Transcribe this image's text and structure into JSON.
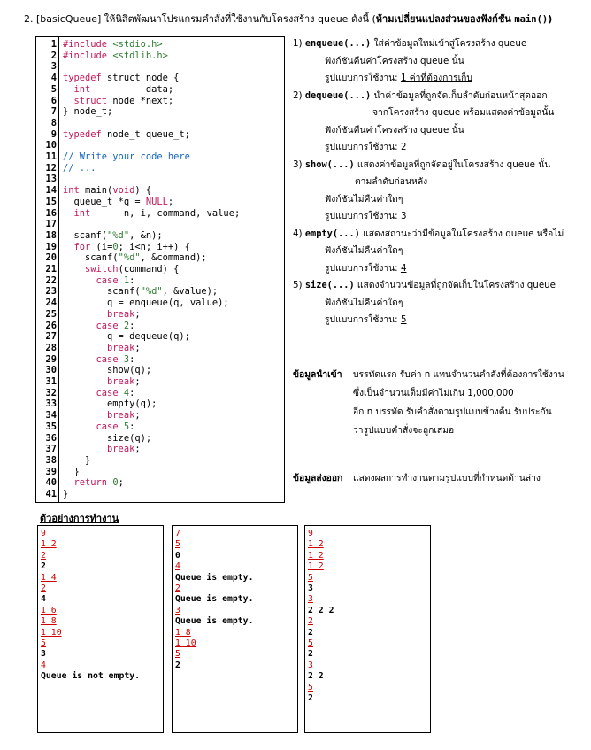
{
  "title": {
    "prefix": "2. [basicQueue] ให้นิสิตพัฒนาโปรแกรมคำสั่งที่ใช้งานกับโครงสร้าง queue ดังนี้ (",
    "bold": "ห้ามเปลี่ยนแปลงส่วนของฟังก์ชัน",
    "mono": "main()",
    "suffix": ")"
  },
  "code_lines": [
    {
      "n": "1",
      "html": "<span class='kw'>#include</span> <span class='str'>&lt;stdio.h&gt;</span>"
    },
    {
      "n": "2",
      "html": "<span class='kw'>#include</span> <span class='str'>&lt;stdlib.h&gt;</span>"
    },
    {
      "n": "3",
      "html": ""
    },
    {
      "n": "4",
      "html": "<span class='kw'>typedef</span> struct node {"
    },
    {
      "n": "5",
      "html": "  <span class='kw'>int</span>          data;"
    },
    {
      "n": "6",
      "html": "  <span class='kw'>struct</span> node *next;"
    },
    {
      "n": "7",
      "html": "} node_t;"
    },
    {
      "n": "8",
      "html": ""
    },
    {
      "n": "9",
      "html": "<span class='kw'>typedef</span> node_t queue_t;"
    },
    {
      "n": "10",
      "html": ""
    },
    {
      "n": "11",
      "html": "<span class='cmt'>// Write your code here</span>"
    },
    {
      "n": "12",
      "html": "<span class='cmt'>// ...</span>"
    },
    {
      "n": "13",
      "html": ""
    },
    {
      "n": "14",
      "html": "<span class='kw'>int</span> main(<span class='kw'>void</span>) {"
    },
    {
      "n": "15",
      "html": "  queue_t *q = <span class='kw'>NULL</span>;"
    },
    {
      "n": "16",
      "html": "  <span class='kw'>int</span>      n, i, command, value;"
    },
    {
      "n": "17",
      "html": ""
    },
    {
      "n": "18",
      "html": "  scanf(<span class='str'>\"%d\"</span>, &amp;n);"
    },
    {
      "n": "19",
      "html": "  <span class='kw'>for</span> (i=<span class='str'>0</span>; i&lt;n; i++) {"
    },
    {
      "n": "20",
      "html": "    scanf(<span class='str'>\"%d\"</span>, &amp;command);"
    },
    {
      "n": "21",
      "html": "    <span class='kw'>switch</span>(command) {"
    },
    {
      "n": "22",
      "html": "      <span class='kw'>case</span> <span class='str'>1</span>:"
    },
    {
      "n": "23",
      "html": "        scanf(<span class='str'>\"%d\"</span>, &amp;value);"
    },
    {
      "n": "24",
      "html": "        q = enqueue(q, value);"
    },
    {
      "n": "25",
      "html": "        <span class='kw'>break</span>;"
    },
    {
      "n": "26",
      "html": "      <span class='kw'>case</span> <span class='str'>2</span>:"
    },
    {
      "n": "27",
      "html": "        q = dequeue(q);"
    },
    {
      "n": "28",
      "html": "        <span class='kw'>break</span>;"
    },
    {
      "n": "29",
      "html": "      <span class='kw'>case</span> <span class='str'>3</span>:"
    },
    {
      "n": "30",
      "html": "        show(q);"
    },
    {
      "n": "31",
      "html": "        <span class='kw'>break</span>;"
    },
    {
      "n": "32",
      "html": "      <span class='kw'>case</span> <span class='str'>4</span>:"
    },
    {
      "n": "33",
      "html": "        empty(q);"
    },
    {
      "n": "34",
      "html": "        <span class='kw'>break</span>;"
    },
    {
      "n": "35",
      "html": "      <span class='kw'>case</span> <span class='str'>5</span>:"
    },
    {
      "n": "36",
      "html": "        size(q);"
    },
    {
      "n": "37",
      "html": "        <span class='kw'>break</span>;"
    },
    {
      "n": "38",
      "html": "    }"
    },
    {
      "n": "39",
      "html": "  }"
    },
    {
      "n": "40",
      "html": "  <span class='kw'>return</span> <span class='str'>0</span>;"
    },
    {
      "n": "41",
      "html": "}"
    }
  ],
  "desc_rows": [
    {
      "html": "1) <span class='mono'>enqueue(...)</span> ใส่ค่าข้อมูลใหม่เข้าสู่โครงสร้าง queue",
      "indent": 0
    },
    {
      "html": "ฟังก์ชันคืนค่าโครงสร้าง queue นั้น",
      "indent": 36
    },
    {
      "html": "รูปแบบการใช้งาน: <span class='u'>1 ค่าที่ต้องการเก็บ</span>",
      "indent": 36
    },
    {
      "html": "2) <span class='mono'>dequeue(...)</span> นำค่าข้อมูลที่ถูกจัดเก็บลำดับก่อนหน้าสุดออก",
      "indent": 0
    },
    {
      "html": "จากโครงสร้าง queue พร้อมแสดงค่าข้อมูลนั้น",
      "indent": 90
    },
    {
      "html": "ฟังก์ชันคืนค่าโครงสร้าง queue นั้น",
      "indent": 36
    },
    {
      "html": "รูปแบบการใช้งาน: <span class='u'>2</span>",
      "indent": 36
    },
    {
      "html": "3) <span class='mono'>show(...)</span> แสดงค่าข้อมูลที่ถูกจัดอยู่ในโครงสร้าง queue นั้น",
      "indent": 0
    },
    {
      "html": "ตามลำดับก่อนหลัง",
      "indent": 70
    },
    {
      "html": "ฟังก์ชันไม่คืนค่าใดๆ",
      "indent": 36
    },
    {
      "html": "รูปแบบการใช้งาน: <span class='u'>3</span>",
      "indent": 36
    },
    {
      "html": "4) <span class='mono'>empty(...)</span> แสดงสถานะว่ามีข้อมูลในโครงสร้าง queue หรือไม่",
      "indent": 0
    },
    {
      "html": "ฟังก์ชันไม่คืนค่าใดๆ",
      "indent": 36
    },
    {
      "html": "รูปแบบการใช้งาน: <span class='u'>4</span>",
      "indent": 36
    },
    {
      "html": "5) <span class='mono'>size(...)</span> แสดงจำนวนข้อมูลที่ถูกจัดเก็บในโครงสร้าง queue",
      "indent": 0
    },
    {
      "html": "ฟังก์ชันไม่คืนค่าใดๆ",
      "indent": 36
    },
    {
      "html": "รูปแบบการใช้งาน: <span class='u'>5</span>",
      "indent": 36
    }
  ],
  "input_section": {
    "label": "ข้อมูลนำเข้า",
    "lines": [
      "บรรทัดแรก รับค่า n แทนจำนวนคำสั่งที่ต้องการใช้งาน",
      "ซึ่งเป็นจำนวนเต็มมีค่าไม่เกิน 1,000,000",
      "อีก n บรรทัด รับคำสั่งตามรูปแบบข้างต้น รับประกัน",
      "ว่ารูปแบบคำสั่งจะถูกเสมอ"
    ]
  },
  "output_section": {
    "label": "ข้อมูลส่งออก",
    "text": "แสดงผลการทำงานตามรูปแบบที่กำหนดด้านล่าง"
  },
  "examples_title": "ตัวอย่างการทำงาน",
  "examples": [
    [
      {
        "t": "9",
        "k": "in"
      },
      {
        "t": "1 2",
        "k": "in"
      },
      {
        "t": "2",
        "k": "in"
      },
      {
        "t": "2",
        "k": "out"
      },
      {
        "t": "1 4",
        "k": "in"
      },
      {
        "t": "2",
        "k": "in"
      },
      {
        "t": "4",
        "k": "out"
      },
      {
        "t": "1 6",
        "k": "in"
      },
      {
        "t": "1 8",
        "k": "in"
      },
      {
        "t": "1 10",
        "k": "in"
      },
      {
        "t": "5",
        "k": "in"
      },
      {
        "t": "3",
        "k": "out"
      },
      {
        "t": "4",
        "k": "in"
      },
      {
        "t": "Queue is not empty.",
        "k": "out"
      }
    ],
    [
      {
        "t": "7",
        "k": "in"
      },
      {
        "t": "5",
        "k": "in"
      },
      {
        "t": "0",
        "k": "out"
      },
      {
        "t": "4",
        "k": "in"
      },
      {
        "t": "Queue is empty.",
        "k": "out"
      },
      {
        "t": "2",
        "k": "in"
      },
      {
        "t": "Queue is empty.",
        "k": "out"
      },
      {
        "t": "3",
        "k": "in"
      },
      {
        "t": "Queue is empty.",
        "k": "out"
      },
      {
        "t": "1 8",
        "k": "in"
      },
      {
        "t": "1 10",
        "k": "in"
      },
      {
        "t": "5",
        "k": "in"
      },
      {
        "t": "2",
        "k": "out"
      }
    ],
    [
      {
        "t": "9",
        "k": "in"
      },
      {
        "t": "1 2",
        "k": "in"
      },
      {
        "t": "1 2",
        "k": "in"
      },
      {
        "t": "1 2",
        "k": "in"
      },
      {
        "t": "5",
        "k": "in"
      },
      {
        "t": "3",
        "k": "out"
      },
      {
        "t": "3",
        "k": "in"
      },
      {
        "t": "2 2 2",
        "k": "out"
      },
      {
        "t": "2",
        "k": "in"
      },
      {
        "t": "2",
        "k": "out"
      },
      {
        "t": "5",
        "k": "in"
      },
      {
        "t": "2",
        "k": "out"
      },
      {
        "t": "3",
        "k": "in"
      },
      {
        "t": "2 2",
        "k": "out"
      },
      {
        "t": "5",
        "k": "in"
      },
      {
        "t": "2",
        "k": "out"
      }
    ]
  ]
}
